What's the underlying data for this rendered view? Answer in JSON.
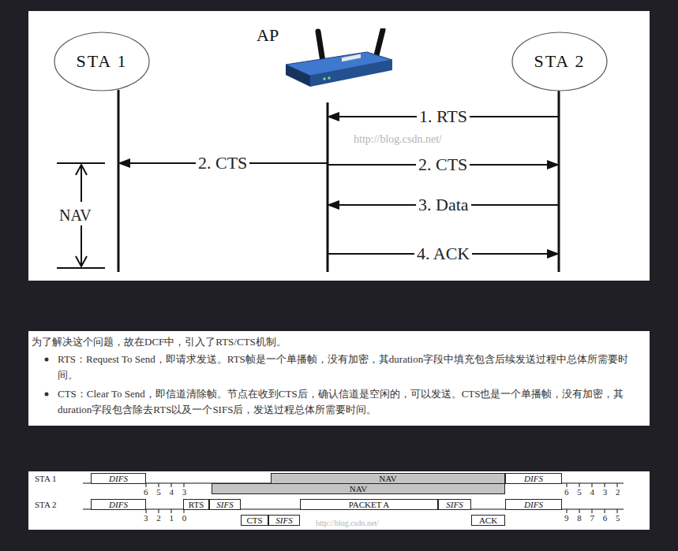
{
  "diagram": {
    "nodes": [
      {
        "text": [
          "STA 1"
        ]
      },
      {
        "text": [
          "AP"
        ]
      },
      {
        "text": [
          "STA 2"
        ]
      },
      {
        "text": [
          "DIFS"
        ]
      },
      {
        "text": [
          "NAV"
        ]
      },
      {
        "text": [
          "NAV"
        ]
      },
      {
        "text": [
          "DIFS"
        ]
      },
      {
        "text": [
          "DIFS"
        ]
      },
      {
        "text": [
          "RTS"
        ]
      },
      {
        "text": [
          "SIFS"
        ]
      },
      {
        "text": [
          "CTS"
        ]
      },
      {
        "text": [
          "SIFS"
        ]
      },
      {
        "text": [
          "PACKET A"
        ]
      },
      {
        "text": [
          "SIFS"
        ]
      },
      {
        "text": [
          "ACK"
        ]
      },
      {
        "text": [
          "DIFS"
        ]
      }
    ],
    "edges": [
      {
        "from": 2,
        "to": 1,
        "label": "1. RTS",
        "arrow": "to"
      },
      {
        "from": 1,
        "to": 0,
        "label": "2. CTS",
        "arrow": "to"
      },
      {
        "from": 1,
        "to": 2,
        "label": "2. CTS",
        "arrow": "to"
      },
      {
        "from": 2,
        "to": 1,
        "label": "3. Data",
        "arrow": "to"
      },
      {
        "from": 1,
        "to": 2,
        "label": "4. ACK",
        "arrow": "to"
      }
    ],
    "labels": [
      "NAV",
      "为了解决这个问题，故在DCF中，引入了RTS/CTS机制。",
      "RTS：Request To Send，即请求发送。RTS帧是一个单播帧，没有加密，其duration字段中填充包含后续发送过程中总体所需要时间。",
      "CTS：Clear To Send，即信道清除帧。节点在收到CTS后，确认信道是空闲的，可以发送。CTS也是一个单播帧，没有加密，其duration字段包含除去RTS以及一个SIFS后，发送过程总体所需要时间。",
      "STA 1",
      "STA 2",
      "6 5 4 3",
      "3 2 1 0",
      "6 5 4 3 2",
      "9 8 7 6 5",
      "http://blog.csdn.net/",
      "http://blog.csdn.net/"
    ]
  }
}
